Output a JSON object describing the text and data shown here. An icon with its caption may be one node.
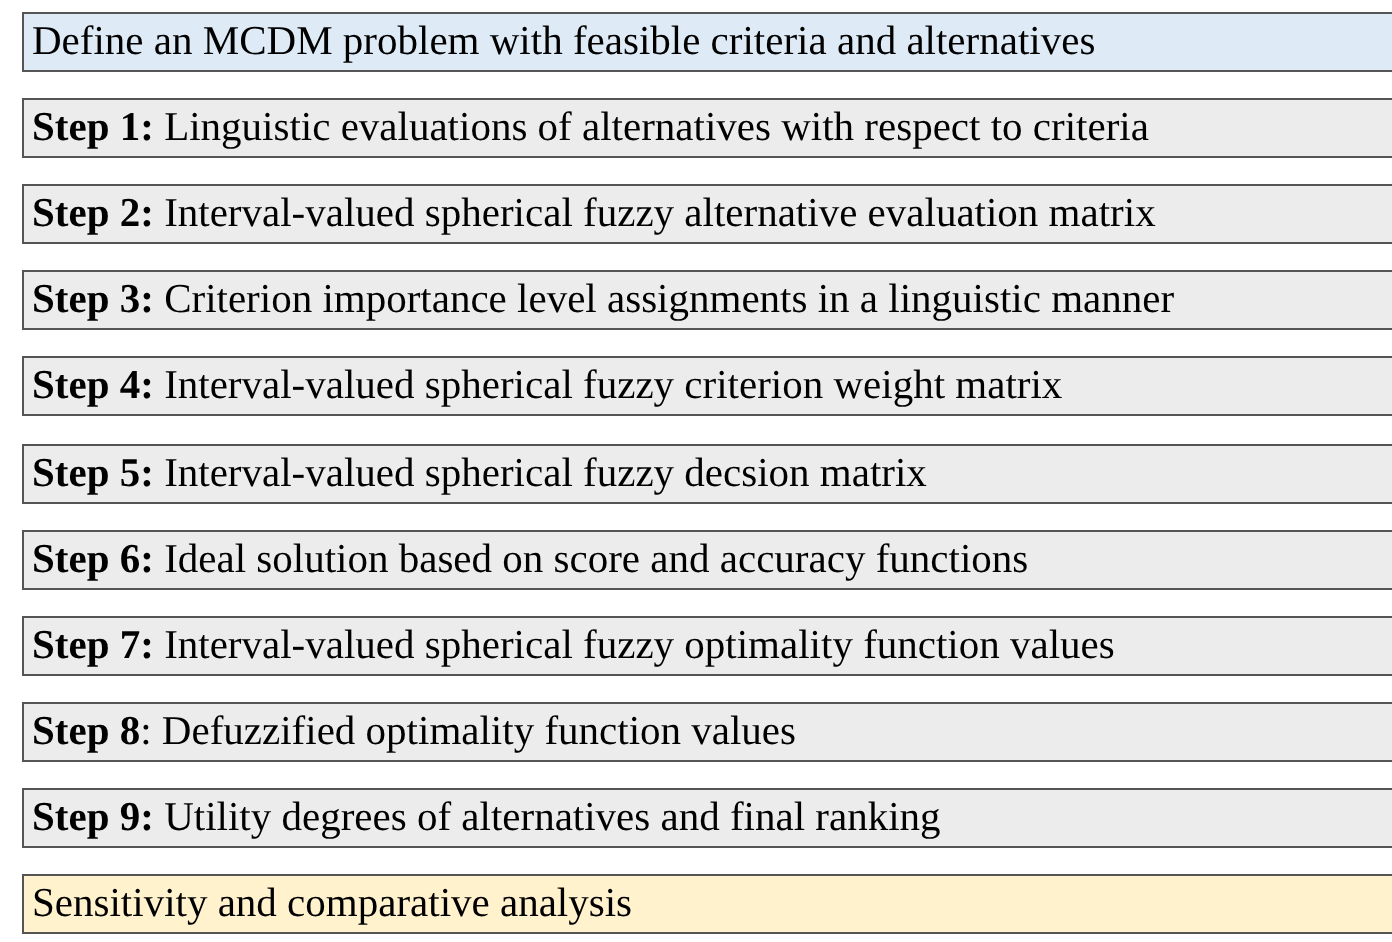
{
  "diagram": {
    "nodes": [
      {
        "text": [
          "Define an MCDM problem with feasible criteria and alternatives"
        ]
      },
      {
        "text": [
          "**Step 1:** Linguistic evaluations of alternatives with respect to criteria"
        ]
      },
      {
        "text": [
          "**Step 2:** Interval-valued spherical fuzzy alternative evaluation matrix"
        ]
      },
      {
        "text": [
          "**Step 3:** Criterion importance level assignments in a linguistic manner"
        ]
      },
      {
        "text": [
          "**Step 4:** Interval-valued spherical fuzzy criterion weight matrix"
        ]
      },
      {
        "text": [
          "**Step 5:** Interval-valued spherical fuzzy decsion matrix"
        ]
      },
      {
        "text": [
          "**Step 6:** Ideal solution based on score and accuracy functions"
        ]
      },
      {
        "text": [
          "**Step 7:** Interval-valued spherical fuzzy optimality function values"
        ]
      },
      {
        "text": [
          "**Step 8**: Defuzzified optimality function values"
        ]
      },
      {
        "text": [
          "**Step 9:** Utility degrees of alternatives and final ranking"
        ]
      },
      {
        "text": [
          "Sensitivity and comparative analysis"
        ]
      }
    ]
  }
}
